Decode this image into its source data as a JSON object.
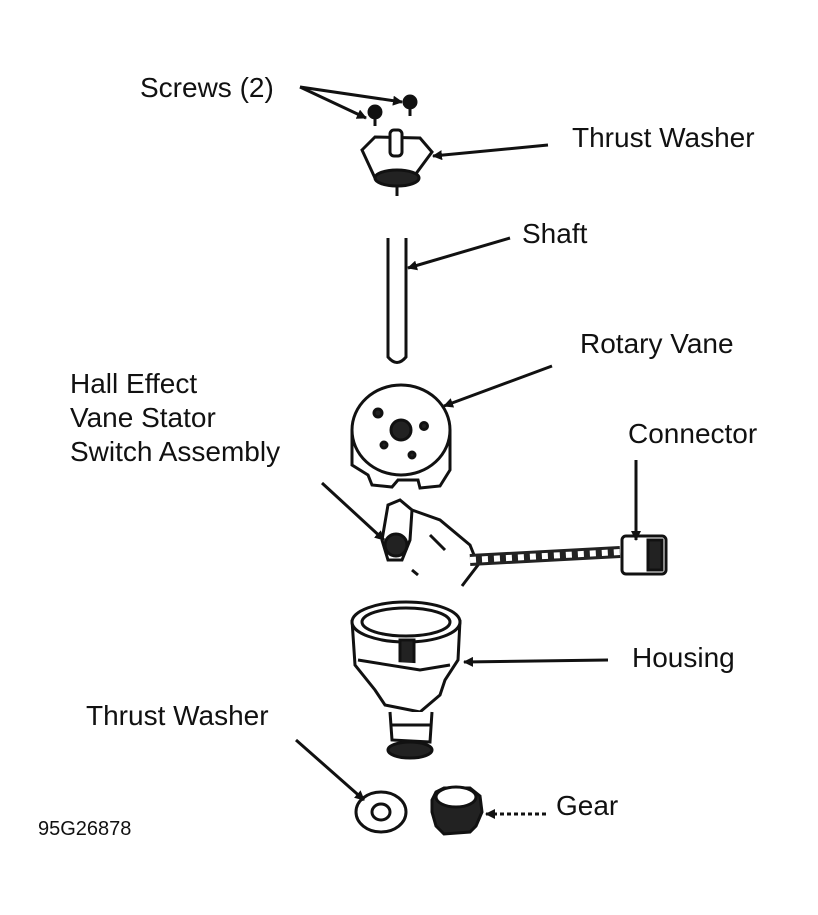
{
  "labels": {
    "screws": "Screws (2)",
    "thrust_washer_top": "Thrust Washer",
    "shaft": "Shaft",
    "rotary_vane": "Rotary Vane",
    "hall_line1": "Hall Effect",
    "hall_line2": "Vane Stator",
    "hall_line3": "Switch Assembly",
    "connector": "Connector",
    "housing": "Housing",
    "thrust_washer_bottom": "Thrust Washer",
    "gear": "Gear"
  },
  "figure_code": "95G26878"
}
